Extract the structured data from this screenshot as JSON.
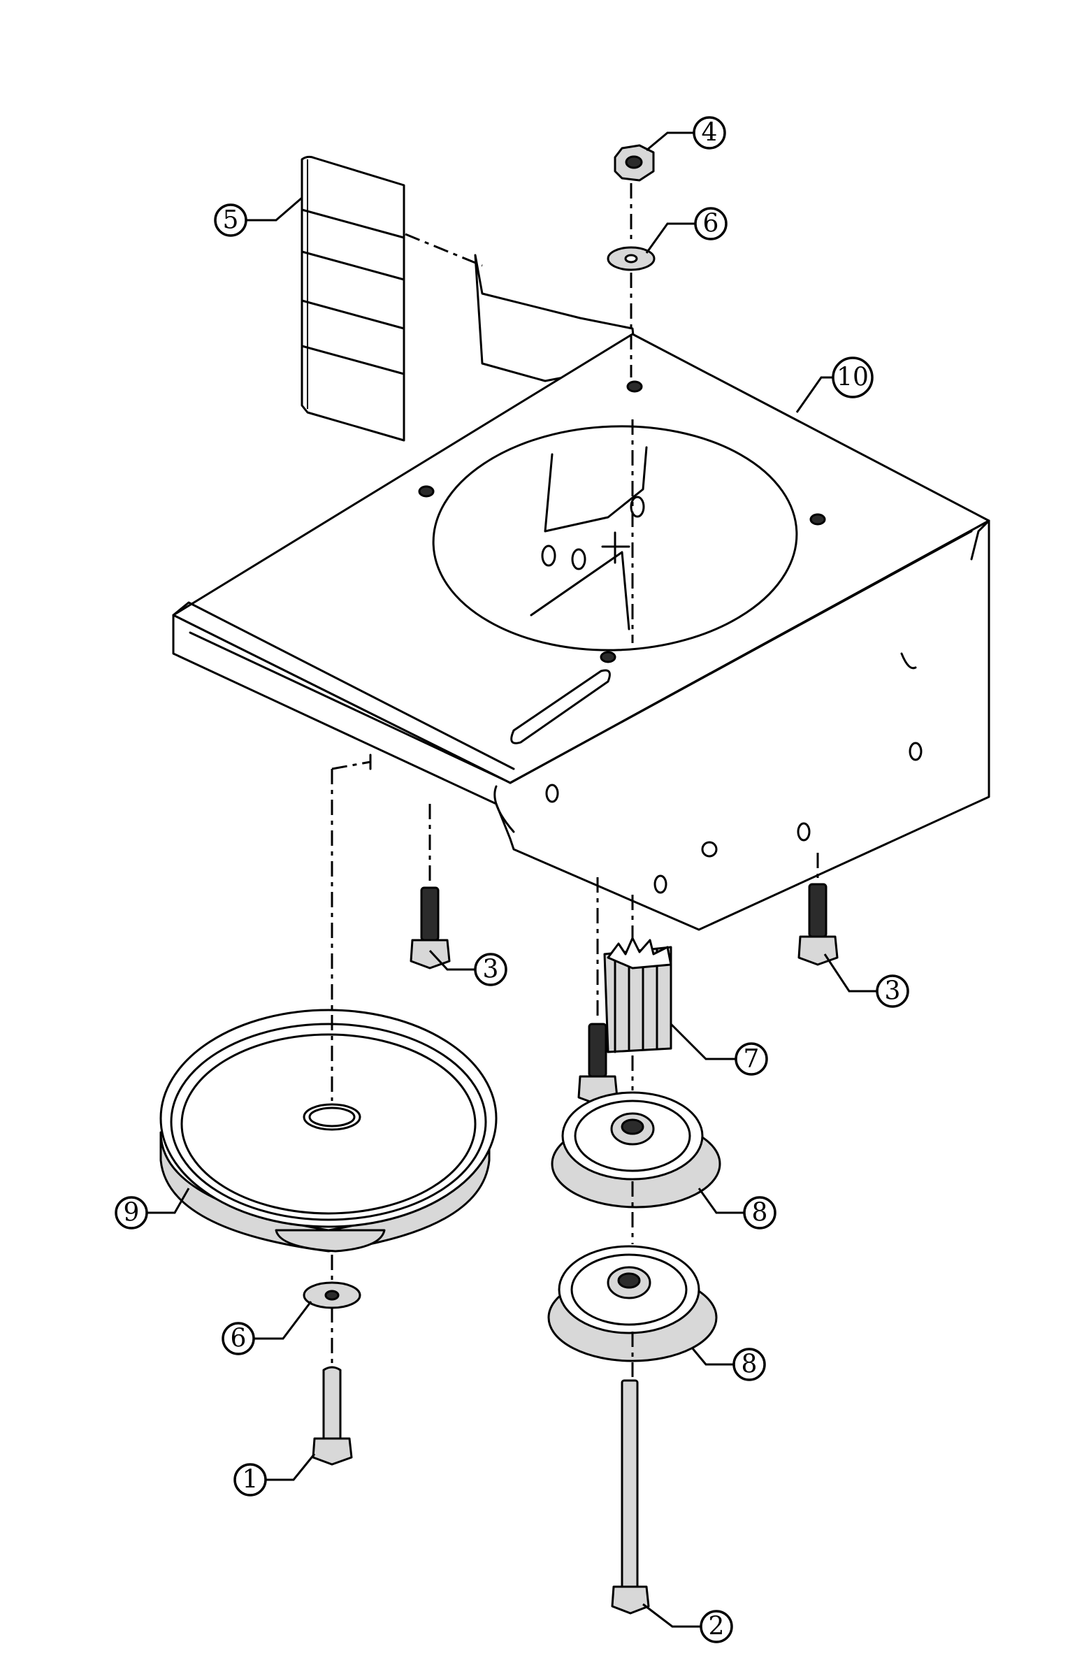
{
  "callouts": [
    {
      "id": "c4",
      "label": "4"
    },
    {
      "id": "c5",
      "label": "5"
    },
    {
      "id": "c6a",
      "label": "6"
    },
    {
      "id": "c10",
      "label": "10"
    },
    {
      "id": "c3a",
      "label": "3"
    },
    {
      "id": "c3b",
      "label": "3"
    },
    {
      "id": "c7",
      "label": "7"
    },
    {
      "id": "c9",
      "label": "9"
    },
    {
      "id": "c8a",
      "label": "8"
    },
    {
      "id": "c6b",
      "label": "6"
    },
    {
      "id": "c8b",
      "label": "8"
    },
    {
      "id": "c1",
      "label": "1"
    },
    {
      "id": "c2",
      "label": "2"
    }
  ]
}
